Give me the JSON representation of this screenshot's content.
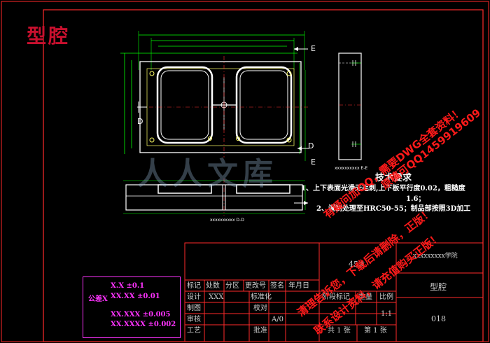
{
  "drawing": {
    "title": "型腔",
    "section_labels": {
      "e_top": "E",
      "d_left": "D",
      "d_right": "D",
      "e_right": "E"
    },
    "view_caption_1": "xxxxxxxxxx D-D",
    "view_caption_2": "xxxxxxxxxx E-E"
  },
  "tech_requirements": {
    "heading": "技术要求",
    "line1": "1、上下表面光滑无毛刺,上下板平行度0.02，粗糙度",
    "line1b": "1.6；",
    "line2": "2、调制处理至HRC50-55；制品部按照3D加工"
  },
  "tolerance": {
    "label": "公差X",
    "rows": [
      "X.X ±0.1",
      "XX.XX ±0.01",
      "XX.XXX ±0.005",
      "XX.XXXX ±0.002"
    ]
  },
  "title_block": {
    "school": "xxxxxxxxx学院",
    "material": "45#",
    "part_name": "型腔",
    "drawing_no": "018",
    "headers": [
      "标记",
      "处数",
      "分区",
      "更改号",
      "签名",
      "年月日"
    ],
    "row_design": "设计",
    "designer": "XXX",
    "standardize": "标准化",
    "row_draw": "制图",
    "proofread": "校对",
    "row_review": "审核",
    "approve_class": "阶段标记",
    "weight": "重量",
    "scale_label": "比例",
    "scale": "1:1",
    "row_process": "工艺",
    "sign": "批准",
    "version": "A/0",
    "total_sheets": "共 1 张",
    "sheet_no": "第 1 张"
  },
  "watermarks": {
    "logo_text": "人人文库",
    "red_lines": [
      "有疑问加QQ，需要DWG全套资料！",
      "清理告诉您，下载后请删除，正版！",
      "联系设计资料，请充值购买正版！",
      "原稿可QQ1459919609"
    ]
  },
  "colors": {
    "frame": "#ff2a2a",
    "part": "#ffffff",
    "dims": "#00ff00",
    "center": "#ff3030",
    "table": "#ff2a2a"
  }
}
